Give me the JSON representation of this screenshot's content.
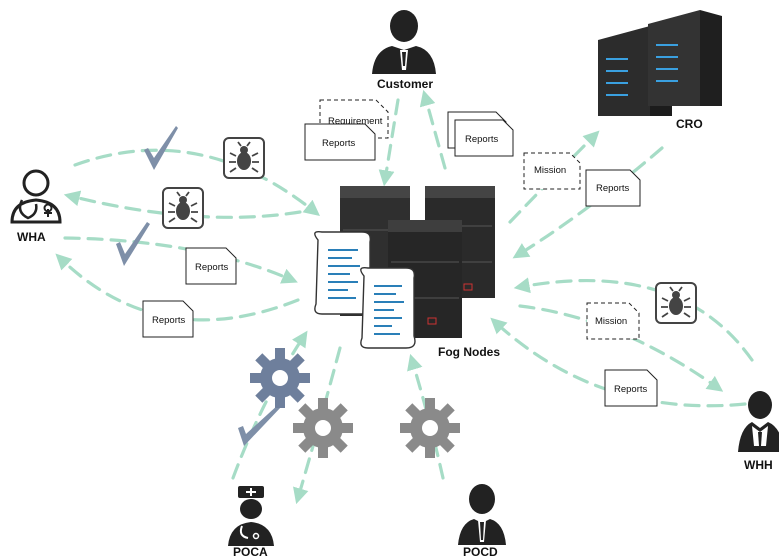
{
  "nodes": {
    "customer": "Customer",
    "cro": "CRO",
    "wha": "WHA",
    "whh": "WHH",
    "poca": "POCA",
    "pocd": "POCD",
    "fog": "Fog Nodes"
  },
  "documents": {
    "requirement": "Requirement",
    "reports": "Reports",
    "mission": "Mission"
  },
  "colors": {
    "arrow": "#a6dcc6",
    "server": "#2b2b2b",
    "scroll_lines": "#2a7fb8",
    "gear_blue": "#6e7f9c",
    "gear_gray": "#8a8a8a",
    "check": "#7e8fa8",
    "cro_led": "#3aa0e0"
  }
}
